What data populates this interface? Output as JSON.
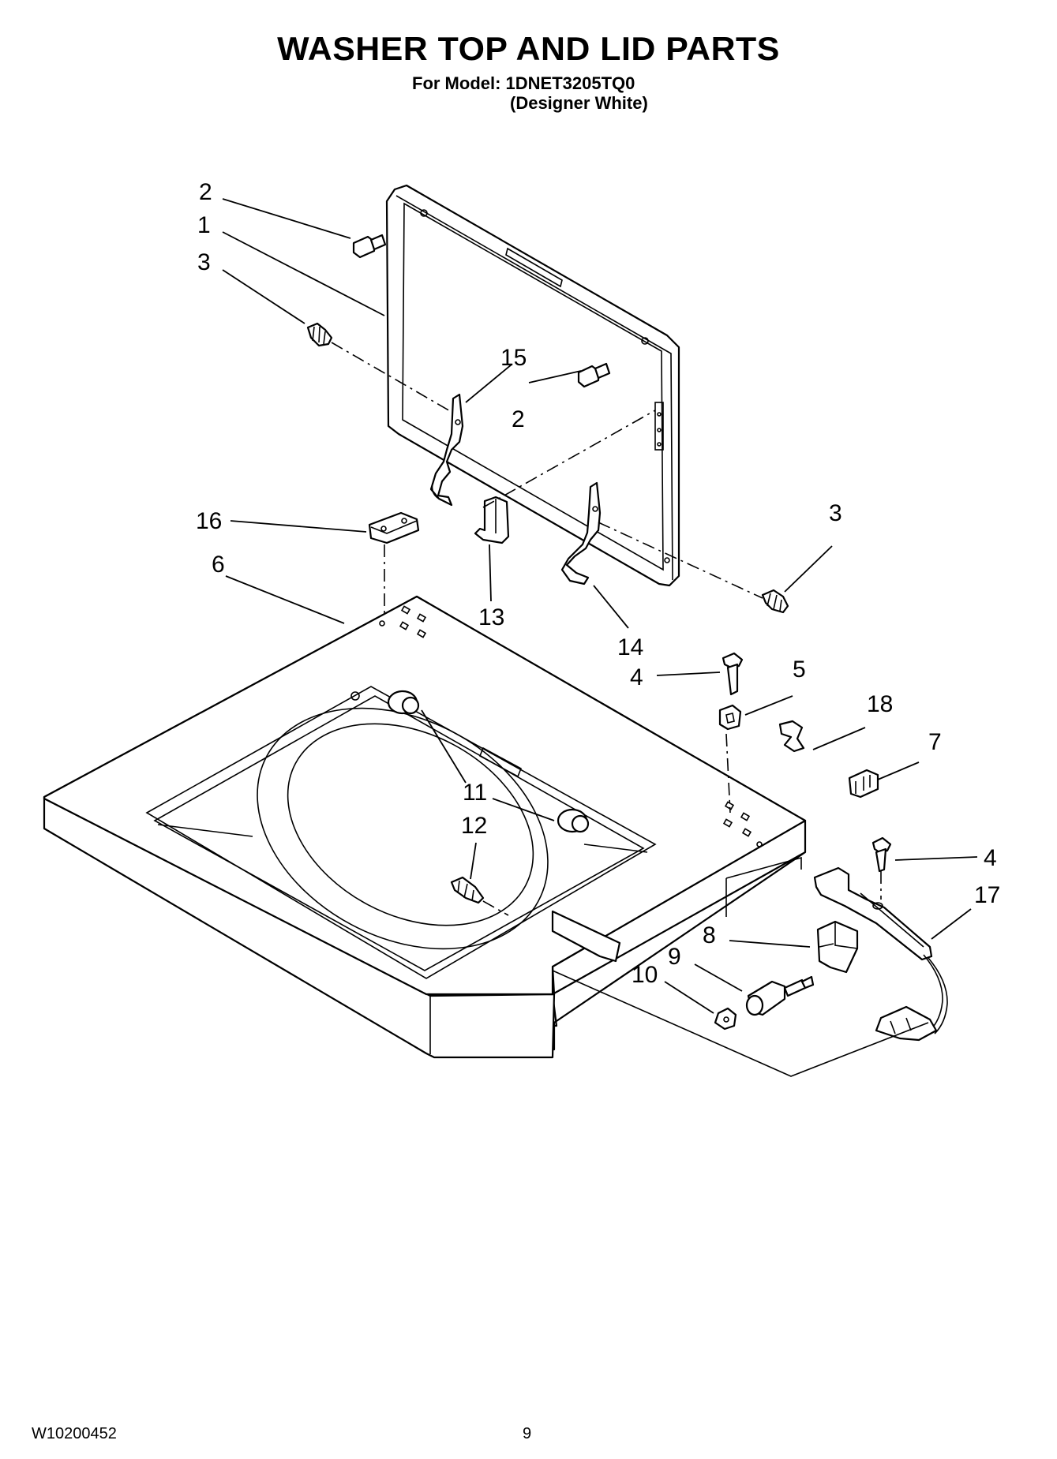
{
  "header": {
    "title": "WASHER TOP AND LID PARTS",
    "model_line": "For Model: 1DNET3205TQ0",
    "variant_line": "(Designer White)"
  },
  "footer": {
    "document_number": "W10200452",
    "page_number": "9"
  },
  "callouts": [
    "1",
    "2",
    "2",
    "3",
    "3",
    "4",
    "4",
    "5",
    "6",
    "7",
    "8",
    "9",
    "10",
    "11",
    "12",
    "13",
    "14",
    "15",
    "16",
    "17",
    "18"
  ]
}
